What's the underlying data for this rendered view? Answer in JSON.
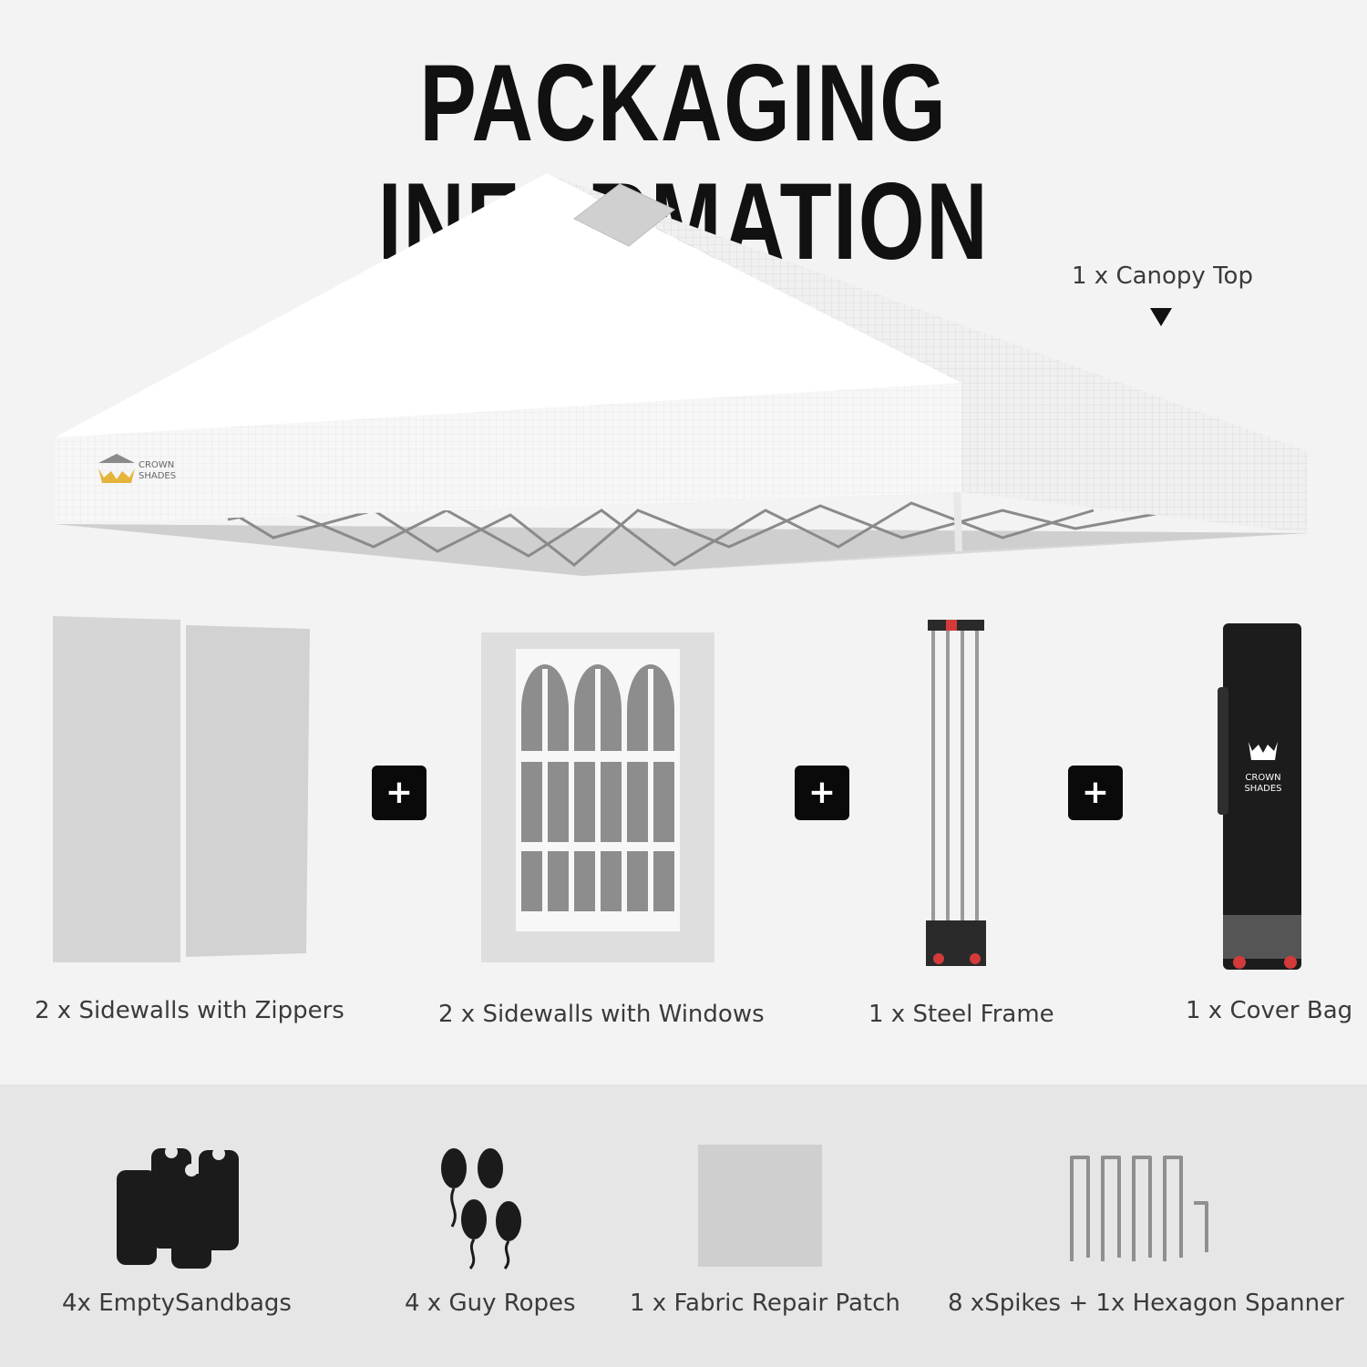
{
  "title": "PACKAGING INFORMATION",
  "brand": {
    "line1": "CROWN",
    "line2": "SHADES"
  },
  "canopy": {
    "label": "1 x Canopy Top"
  },
  "items": [
    {
      "label": "2 x Sidewalls with Zippers"
    },
    {
      "label": "2 x Sidewalls with Windows"
    },
    {
      "label": "1 x Steel Frame"
    },
    {
      "label": "1 x Cover Bag"
    }
  ],
  "plus_symbol": "+",
  "accessories": [
    {
      "label": "4x EmptySandbags"
    },
    {
      "label": "4 x Guy Ropes"
    },
    {
      "label": "1 x Fabric Repair Patch"
    },
    {
      "label": "8 xSpikes + 1x Hexagon Spanner"
    }
  ]
}
